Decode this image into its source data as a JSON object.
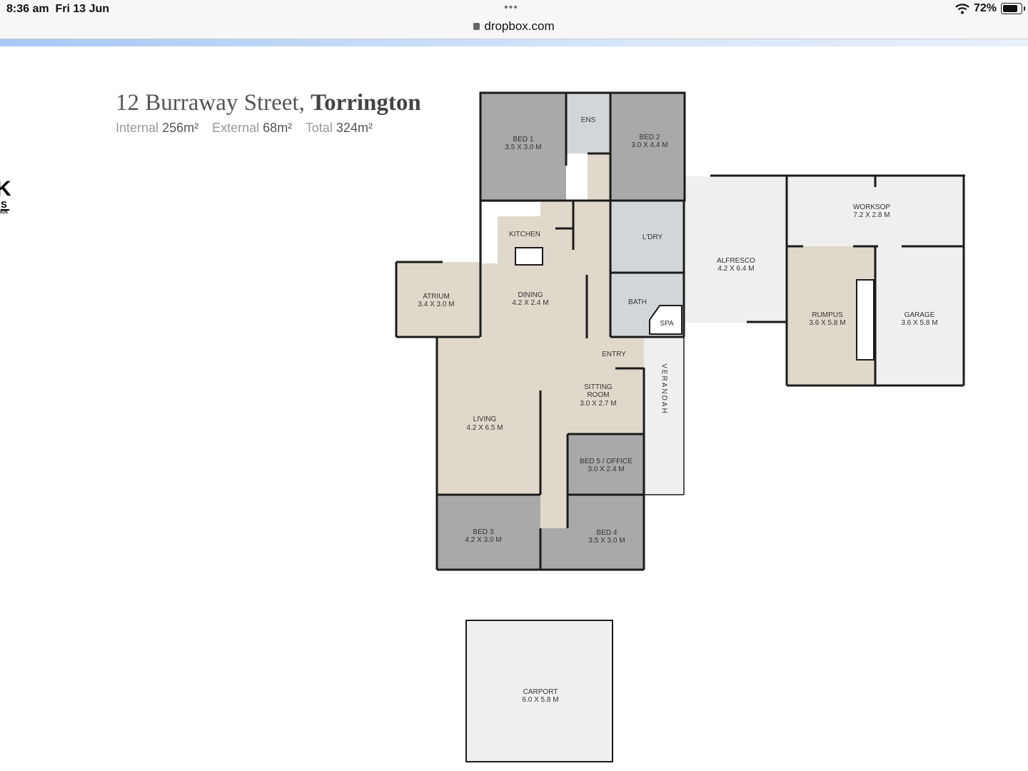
{
  "status_bar": {
    "time": "8:36 am",
    "date": "Fri 13 Jun",
    "battery": "72%",
    "battery_level": 0.72,
    "icons": [
      "wifi-icon",
      "battery-icon"
    ]
  },
  "browser": {
    "url": "dropbox.com",
    "icon": "lock-icon"
  },
  "plan": {
    "address_regular": "12 Burraway Street,",
    "address_bold": "Torrington",
    "internal_label": "Internal",
    "internal_value": "256m²",
    "external_label": "External",
    "external_value": "68m²",
    "total_label": "Total",
    "total_value": "324m²",
    "logo_text": "K S IGN",
    "rooms": {
      "bed1": {
        "name": "BED 1",
        "dims": "3.5 X 3.0 M"
      },
      "ens": {
        "name": "ENS"
      },
      "bed2": {
        "name": "BED 2",
        "dims": "3.0 X 4.4 M"
      },
      "kitchen": {
        "name": "KITCHEN"
      },
      "laundry": {
        "name": "L'DRY"
      },
      "atrium": {
        "name": "ATRIUM",
        "dims": "3.4 X 3.0 M"
      },
      "dining": {
        "name": "DINING",
        "dims": "4.2 X 2.4 M"
      },
      "bath": {
        "name": "BATH"
      },
      "spa": {
        "name": "SPA"
      },
      "entry": {
        "name": "ENTRY"
      },
      "sitting": {
        "name1": "SITTING",
        "name2": "ROOM",
        "dims": "3.0 X 2.7 M"
      },
      "living": {
        "name": "LIVING",
        "dims": "4.2 X 6.5 M"
      },
      "verandah": {
        "name": "VERANDAH"
      },
      "bed5": {
        "name": "BED 5 / OFFICE",
        "dims": "3.0 X 2.4 M"
      },
      "bed3": {
        "name": "BED 3",
        "dims": "4.2 X 3.0 M"
      },
      "bed4": {
        "name": "BED 4",
        "dims": "3.5 X 3.0 M"
      },
      "alfresco": {
        "name": "ALFRESCO",
        "dims": "4.2 X 6.4 M"
      },
      "workshop": {
        "name": "WORKSOP",
        "dims": "7.2 X 2.8 M"
      },
      "rumpus": {
        "name": "RUMPUS",
        "dims": "3.6 X 5.8 M"
      },
      "garage": {
        "name": "GARAGE",
        "dims": "3.6 X 5.8 M"
      },
      "carport": {
        "name": "CARPORT",
        "dims": "6.0 X 5.8 M"
      }
    },
    "colors": {
      "living": "#e0d9cb",
      "bedroom": "#a9a9a9",
      "wet": "#d3d6d9",
      "outdoor": "#efefef",
      "wall": "#1b1b1b"
    }
  }
}
